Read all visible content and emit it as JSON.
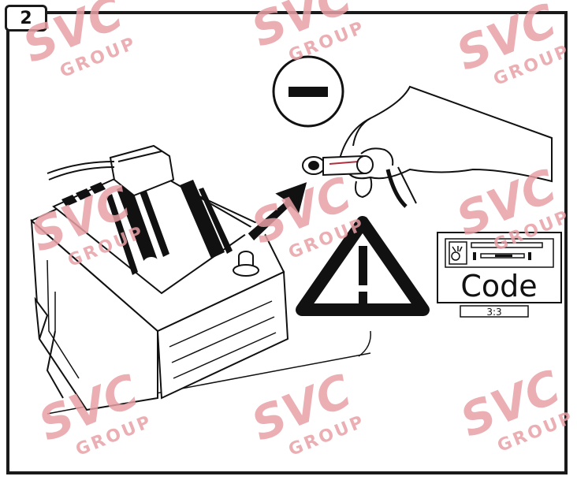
{
  "step": {
    "number": "2"
  },
  "radio_panel": {
    "code_label": "Code",
    "code_count": "3:3"
  },
  "watermark": {
    "brand": "SVC",
    "group": "GROUP",
    "color": "#e8a0a6"
  },
  "icons": {
    "minus": "minus-sign-icon",
    "warning": "exclamation-warning-icon",
    "arrow": "arrow-icon",
    "battery": "car-battery-illustration",
    "hand": "hand-illustration",
    "terminal": "battery-terminal-clamp",
    "radio": "car-radio-icon"
  }
}
